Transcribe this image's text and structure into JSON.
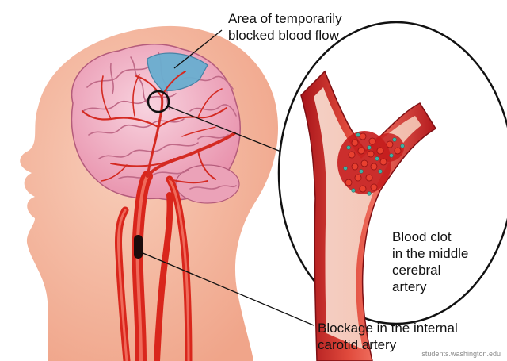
{
  "annotations": {
    "blocked_area": [
      "Area of temporarily",
      "blocked blood flow"
    ],
    "clot": [
      "Blood clot",
      "in the middle",
      "cerebral",
      "artery"
    ],
    "blockage": [
      "Blockage in the internal",
      "carotid artery"
    ]
  },
  "credit": "students.washington.edu",
  "colors": {
    "head": "#f4b9a3",
    "brain": "#f2b0c4",
    "artery": "#d9261c",
    "blocked_region": "#6aaed0",
    "clot": "#c61d1d",
    "platelets": "#3fb1a3"
  }
}
